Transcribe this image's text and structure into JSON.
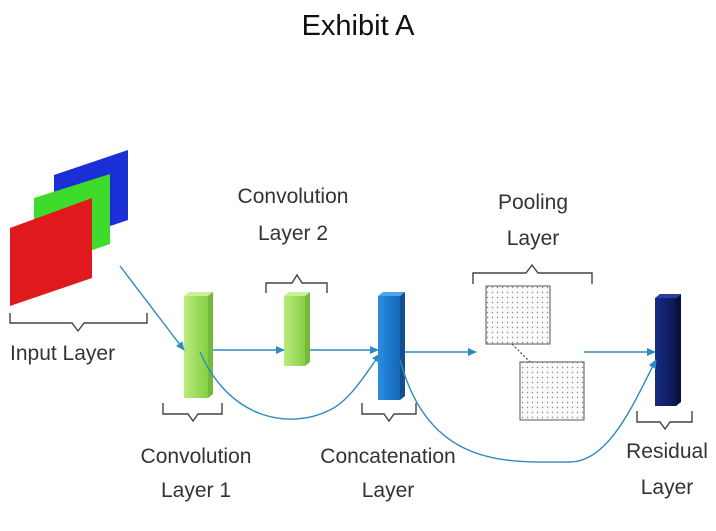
{
  "title": "Exhibit A",
  "labels": {
    "input_layer": "Input Layer",
    "conv1_line1": "Convolution",
    "conv1_line2": "Layer 1",
    "conv2_line1": "Convolution",
    "conv2_line2": "Layer 2",
    "concat_line1": "Concatenation",
    "concat_line2": "Layer",
    "pooling_line1": "Pooling",
    "pooling_line2": "Layer",
    "residual_line1": "Residual",
    "residual_line2": "Layer"
  },
  "colors": {
    "input_red": "#e0191d",
    "input_green": "#3ddc2a",
    "input_blue": "#1a2fd6",
    "conv_green": "#9bdc5a",
    "concat_blue": "#1a78c8",
    "residual_navy": "#0d1e66",
    "flow_line": "#2e8bc0"
  }
}
